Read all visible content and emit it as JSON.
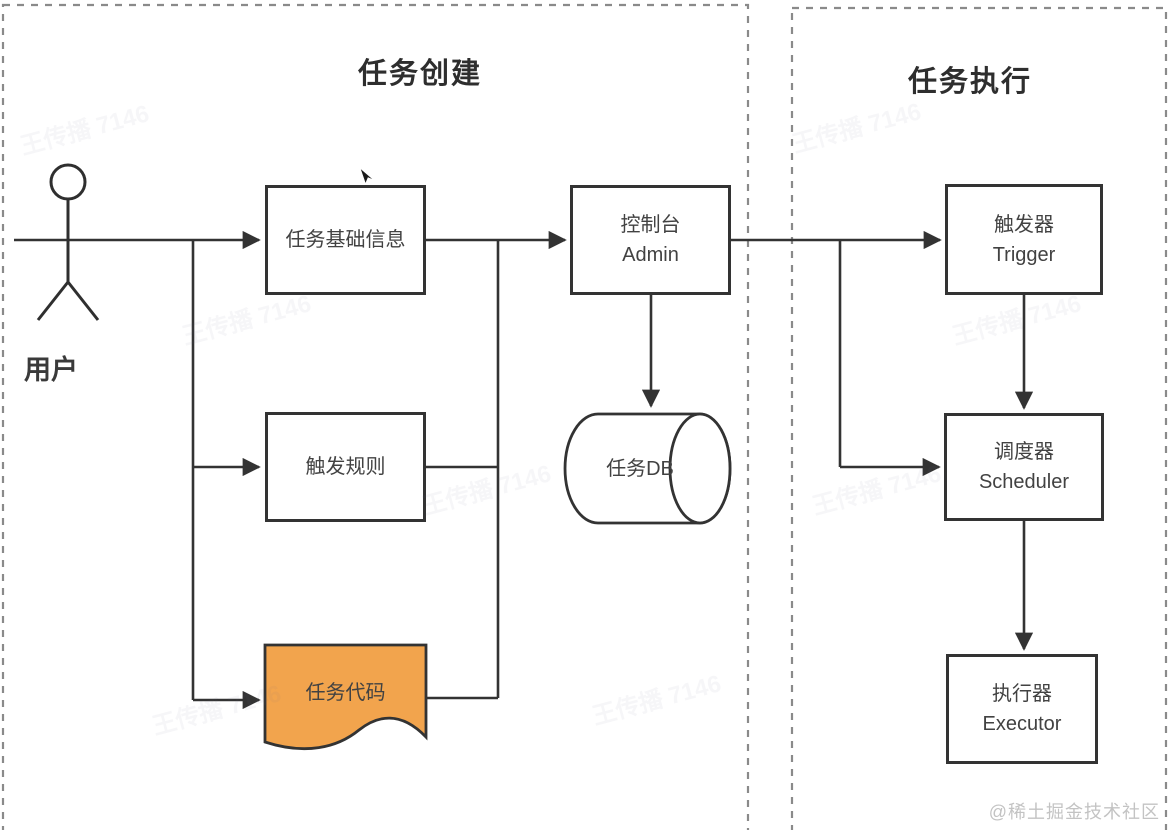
{
  "panels": {
    "creation": {
      "title": "任务创建"
    },
    "execution": {
      "title": "任务执行"
    }
  },
  "actor": {
    "label": "用户"
  },
  "nodes": {
    "task_basic_info": {
      "label": "任务基础信息"
    },
    "trigger_rules": {
      "label": "触发规则"
    },
    "task_code": {
      "label": "任务代码"
    },
    "admin": {
      "label": "控制台",
      "sublabel": "Admin"
    },
    "task_db": {
      "label": "任务DB"
    },
    "trigger": {
      "label": "触发器",
      "sublabel": "Trigger"
    },
    "scheduler": {
      "label": "调度器",
      "sublabel": "Scheduler"
    },
    "executor": {
      "label": "执行器",
      "sublabel": "Executor"
    }
  },
  "watermarks": {
    "site": "@稀土掘金技术社区",
    "diagonal": "王传播 7146"
  },
  "colors": {
    "task_code_fill": "#F2A44D",
    "line": "#333333",
    "dashed_border": "#8a8a8a",
    "site_watermark": "#c3c3c3"
  }
}
